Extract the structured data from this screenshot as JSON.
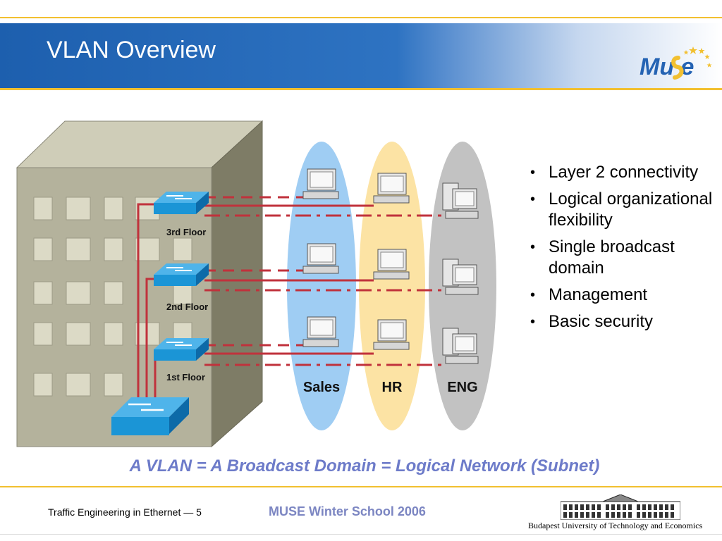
{
  "slide": {
    "title": "VLAN Overview",
    "bullets": [
      "Layer 2 connectivity",
      "Logical organizational flexibility",
      "Single broadcast domain",
      "Management",
      "Basic security"
    ],
    "tagline": "A VLAN = A Broadcast Domain = Logical Network (Subnet)"
  },
  "logo": {
    "text": "Mu e",
    "icon": "muse-stars-logo"
  },
  "diagram": {
    "floors": [
      "3rd Floor",
      "2nd Floor",
      "1st Floor"
    ],
    "groups": [
      "Sales",
      "HR",
      "ENG"
    ],
    "colors": {
      "sales": "#9fcdf3",
      "hr": "#fce3a4",
      "eng": "#c2c2c2",
      "link": "#c0323c",
      "switch": "#1b95d6"
    }
  },
  "footer": {
    "course": "Traffic Engineering in Ethernet  — 5",
    "event": "MUSE Winter School 2006",
    "university": "Budapest University of Technology and Economics"
  }
}
